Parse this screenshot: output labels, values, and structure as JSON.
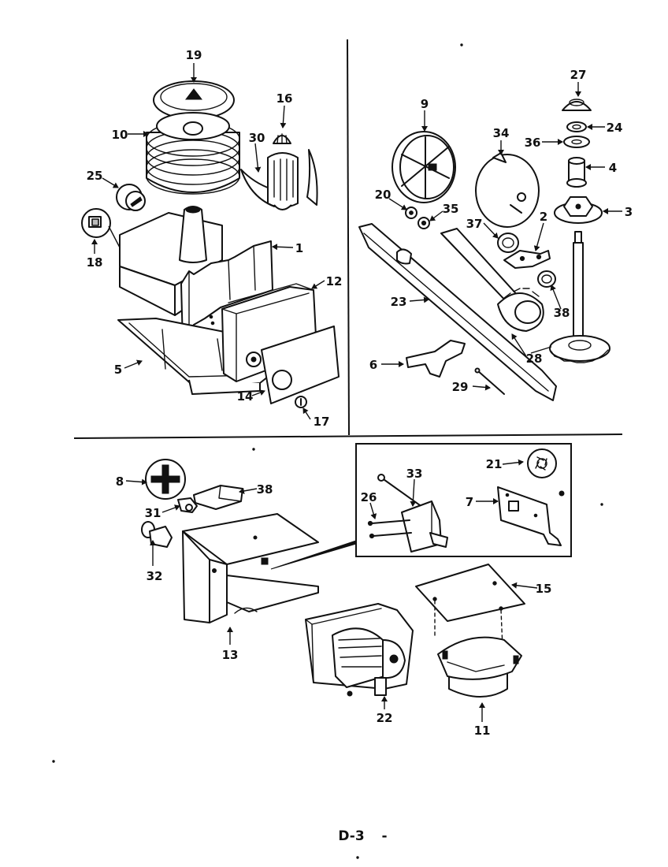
{
  "page_number": "D-3",
  "page_suffix": "-",
  "callouts": [
    "1",
    "2",
    "3",
    "4",
    "5",
    "6",
    "7",
    "8",
    "9",
    "10",
    "11",
    "12",
    "13",
    "14",
    "15",
    "16",
    "17",
    "18",
    "19",
    "20",
    "21",
    "22",
    "23",
    "24",
    "25",
    "26",
    "27",
    "28",
    "29",
    "30",
    "31",
    "32",
    "33",
    "34",
    "35",
    "36",
    "37",
    "38"
  ]
}
